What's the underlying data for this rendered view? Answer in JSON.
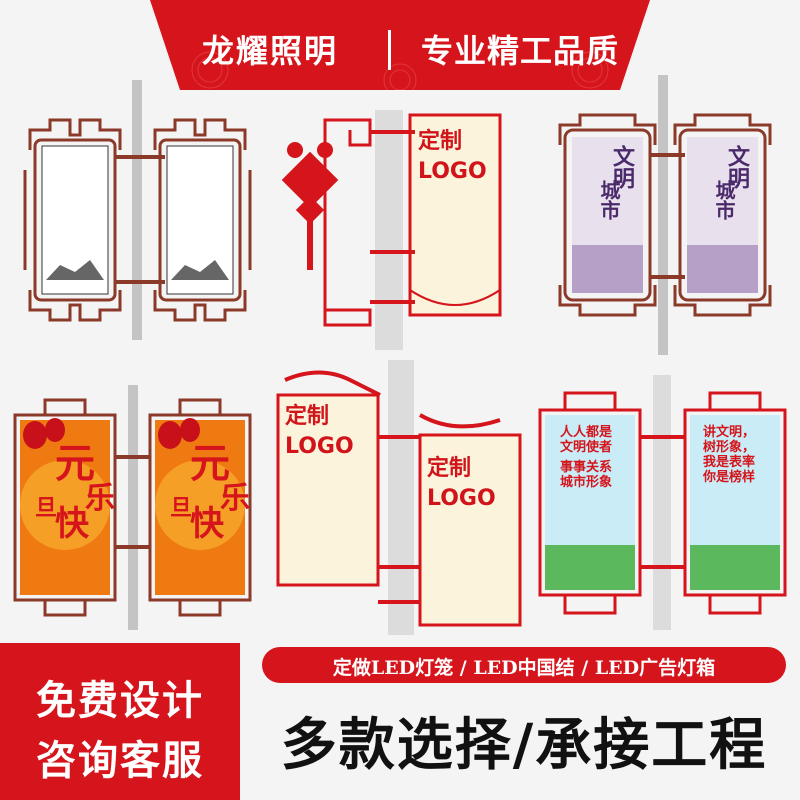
{
  "header": {
    "brand": "龙耀照明",
    "slogan": "专业精工品质"
  },
  "products": {
    "custom_label_1": "定制",
    "custom_label_2": "LOGO",
    "panel_a_text1": "文明",
    "panel_a_text2": "城市",
    "panel_b_text1": "元",
    "panel_b_text2": "旦",
    "panel_b_text3": "快",
    "panel_b_text4": "乐",
    "panel_c_left_text": "人人都是文明使者",
    "panel_c_left_text2": "事事关系城市形象",
    "panel_c_right_text": "讲文明，树形象，我是表率",
    "panel_c_right_text2": "你是榜样"
  },
  "bottom": {
    "free_design": "免费设计",
    "consult": "咨询客服",
    "product_list": "定做LED灯笼 / LED中国结 / LED广告灯箱",
    "main_slogan": "多款选择/承接工程"
  },
  "colors": {
    "brand_red": "#d5141b",
    "frame_brown": "#8b3a2a",
    "pole_gray": "#b8b8b8"
  }
}
